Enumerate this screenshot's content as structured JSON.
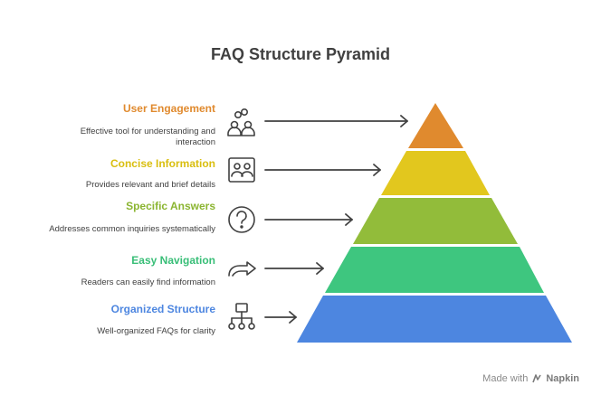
{
  "title": "FAQ Structure Pyramid",
  "levels": [
    {
      "title": "User Engagement",
      "description": "Effective tool for understanding and interaction",
      "icon": "users-icon",
      "color": "#E08A2E",
      "title_color": "#E08A2E"
    },
    {
      "title": "Concise Information",
      "description": "Provides relevant and brief details",
      "icon": "people-board-icon",
      "color": "#E2C71E",
      "title_color": "#D9BE0F"
    },
    {
      "title": "Specific Answers",
      "description": "Addresses common inquiries systematically",
      "icon": "question-icon",
      "color": "#92BC3A",
      "title_color": "#8BB531"
    },
    {
      "title": "Easy Navigation",
      "description": "Readers can easily find information",
      "icon": "navigation-arrow-icon",
      "color": "#3EC67F",
      "title_color": "#38BE77"
    },
    {
      "title": "Organized Structure",
      "description": "Well-organized FAQs for clarity",
      "icon": "hierarchy-icon",
      "color": "#4D86E0",
      "title_color": "#4D86E0"
    }
  ],
  "footer": {
    "prefix": "Made with",
    "brand": "Napkin"
  }
}
